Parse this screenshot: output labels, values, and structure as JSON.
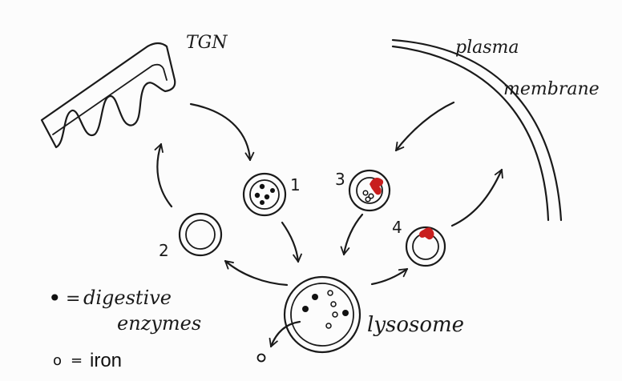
{
  "labels": {
    "tgn": "TGN",
    "plasma": "plasma",
    "membrane": "membrane",
    "lysosome": "lysosome",
    "n1": "1",
    "n2": "2",
    "n3": "3",
    "n4": "4"
  },
  "legend": {
    "enzyme_symbol": "•",
    "enzyme_eq": "=",
    "enzyme_text_1": "digestive",
    "enzyme_text_2": "enzymes",
    "iron_symbol": "o",
    "iron_eq": "=",
    "iron_text": "iron"
  },
  "colors": {
    "ink": "#1a1a1a",
    "receptor": "#c81e1e"
  },
  "icons": {
    "receptor": "red-transferrin-receptor-icon",
    "enzyme": "filled-dot-icon",
    "iron": "open-circle-icon"
  }
}
